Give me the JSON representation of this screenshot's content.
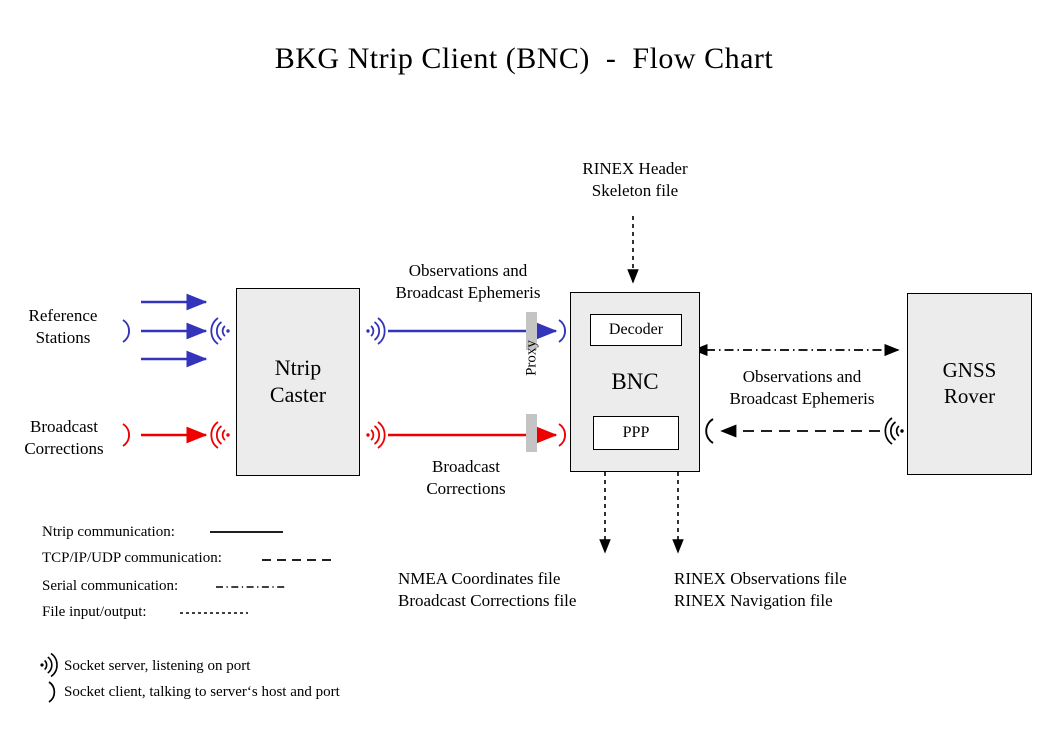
{
  "title": "BKG Ntrip Client (BNC)  -  Flow Chart",
  "colors": {
    "blue": "#3333bb",
    "red": "#ee0000",
    "box_fill": "#ececec",
    "proxy_gray": "#c4c4c4",
    "stroke": "#000000"
  },
  "nodes": {
    "ntrip_caster": "Ntrip\nCaster",
    "bnc": "BNC",
    "decoder": "Decoder",
    "ppp": "PPP",
    "gnss_rover": "GNSS\nRover",
    "proxy": "Proxy"
  },
  "labels": {
    "reference_stations": "Reference\nStations",
    "broadcast_corrections_in": "Broadcast\nCorrections",
    "rinex_header_skeleton": "RINEX Header\nSkeleton file",
    "observations_ephemeris_left": "Observations and\nBroadcast Ephemeris",
    "broadcast_corrections_mid": "Broadcast\nCorrections",
    "observations_ephemeris_right": "Observations and\nBroadcast Ephemeris",
    "nmea_outputs": "NMEA Coordinates file\nBroadcast Corrections file",
    "rinex_outputs": "RINEX Observations file\nRINEX Navigation file"
  },
  "legend": {
    "lines": [
      {
        "label": "Ntrip communication:",
        "style": "solid"
      },
      {
        "label": "TCP/IP/UDP communication:",
        "style": "dashed"
      },
      {
        "label": "Serial communication:",
        "style": "dash-dot"
      },
      {
        "label": "File input/output:",
        "style": "dotted"
      }
    ],
    "sockets": [
      {
        "icon": "socket-server-icon",
        "label": "Socket server, listening on port"
      },
      {
        "icon": "socket-client-icon",
        "label": "Socket client, talking to server‘s host and port"
      }
    ]
  },
  "chart_data": {
    "type": "diagram",
    "title": "BKG Ntrip Client (BNC)  -  Flow Chart",
    "nodes": [
      {
        "id": "reference-stations",
        "label": "Reference Stations",
        "kind": "source"
      },
      {
        "id": "broadcast-corrections-source",
        "label": "Broadcast Corrections",
        "kind": "source"
      },
      {
        "id": "ntrip-caster",
        "label": "Ntrip Caster",
        "kind": "process"
      },
      {
        "id": "bnc",
        "label": "BNC",
        "kind": "process",
        "children": [
          "Decoder",
          "PPP"
        ]
      },
      {
        "id": "gnss-rover",
        "label": "GNSS Rover",
        "kind": "process"
      },
      {
        "id": "rinex-header-skeleton",
        "label": "RINEX Header Skeleton file",
        "kind": "file"
      },
      {
        "id": "nmea-files",
        "label": "NMEA Coordinates file / Broadcast Corrections file",
        "kind": "file"
      },
      {
        "id": "rinex-files",
        "label": "RINEX Observations file / RINEX Navigation file",
        "kind": "file"
      },
      {
        "id": "proxy",
        "label": "Proxy",
        "kind": "gateway"
      }
    ],
    "edges": [
      {
        "from": "reference-stations",
        "to": "ntrip-caster",
        "style": "solid",
        "color": "#3333bb",
        "count": 3
      },
      {
        "from": "broadcast-corrections-source",
        "to": "ntrip-caster",
        "style": "solid",
        "color": "#ee0000",
        "count": 1
      },
      {
        "from": "ntrip-caster",
        "to": "bnc",
        "style": "solid",
        "color": "#3333bb",
        "label": "Observations and Broadcast Ephemeris",
        "via": "proxy"
      },
      {
        "from": "ntrip-caster",
        "to": "bnc",
        "style": "solid",
        "color": "#ee0000",
        "label": "Broadcast Corrections",
        "via": "proxy"
      },
      {
        "from": "rinex-header-skeleton",
        "to": "bnc",
        "style": "dotted",
        "color": "#000000"
      },
      {
        "from": "bnc",
        "to": "nmea-files",
        "style": "dotted",
        "color": "#000000"
      },
      {
        "from": "bnc",
        "to": "rinex-files",
        "style": "dotted",
        "color": "#000000"
      },
      {
        "from": "bnc",
        "to": "gnss-rover",
        "style": "dash-dot",
        "color": "#000000",
        "direction": "both"
      },
      {
        "from": "gnss-rover",
        "to": "bnc",
        "style": "dashed",
        "color": "#000000",
        "label": "Observations and Broadcast Ephemeris"
      }
    ]
  }
}
